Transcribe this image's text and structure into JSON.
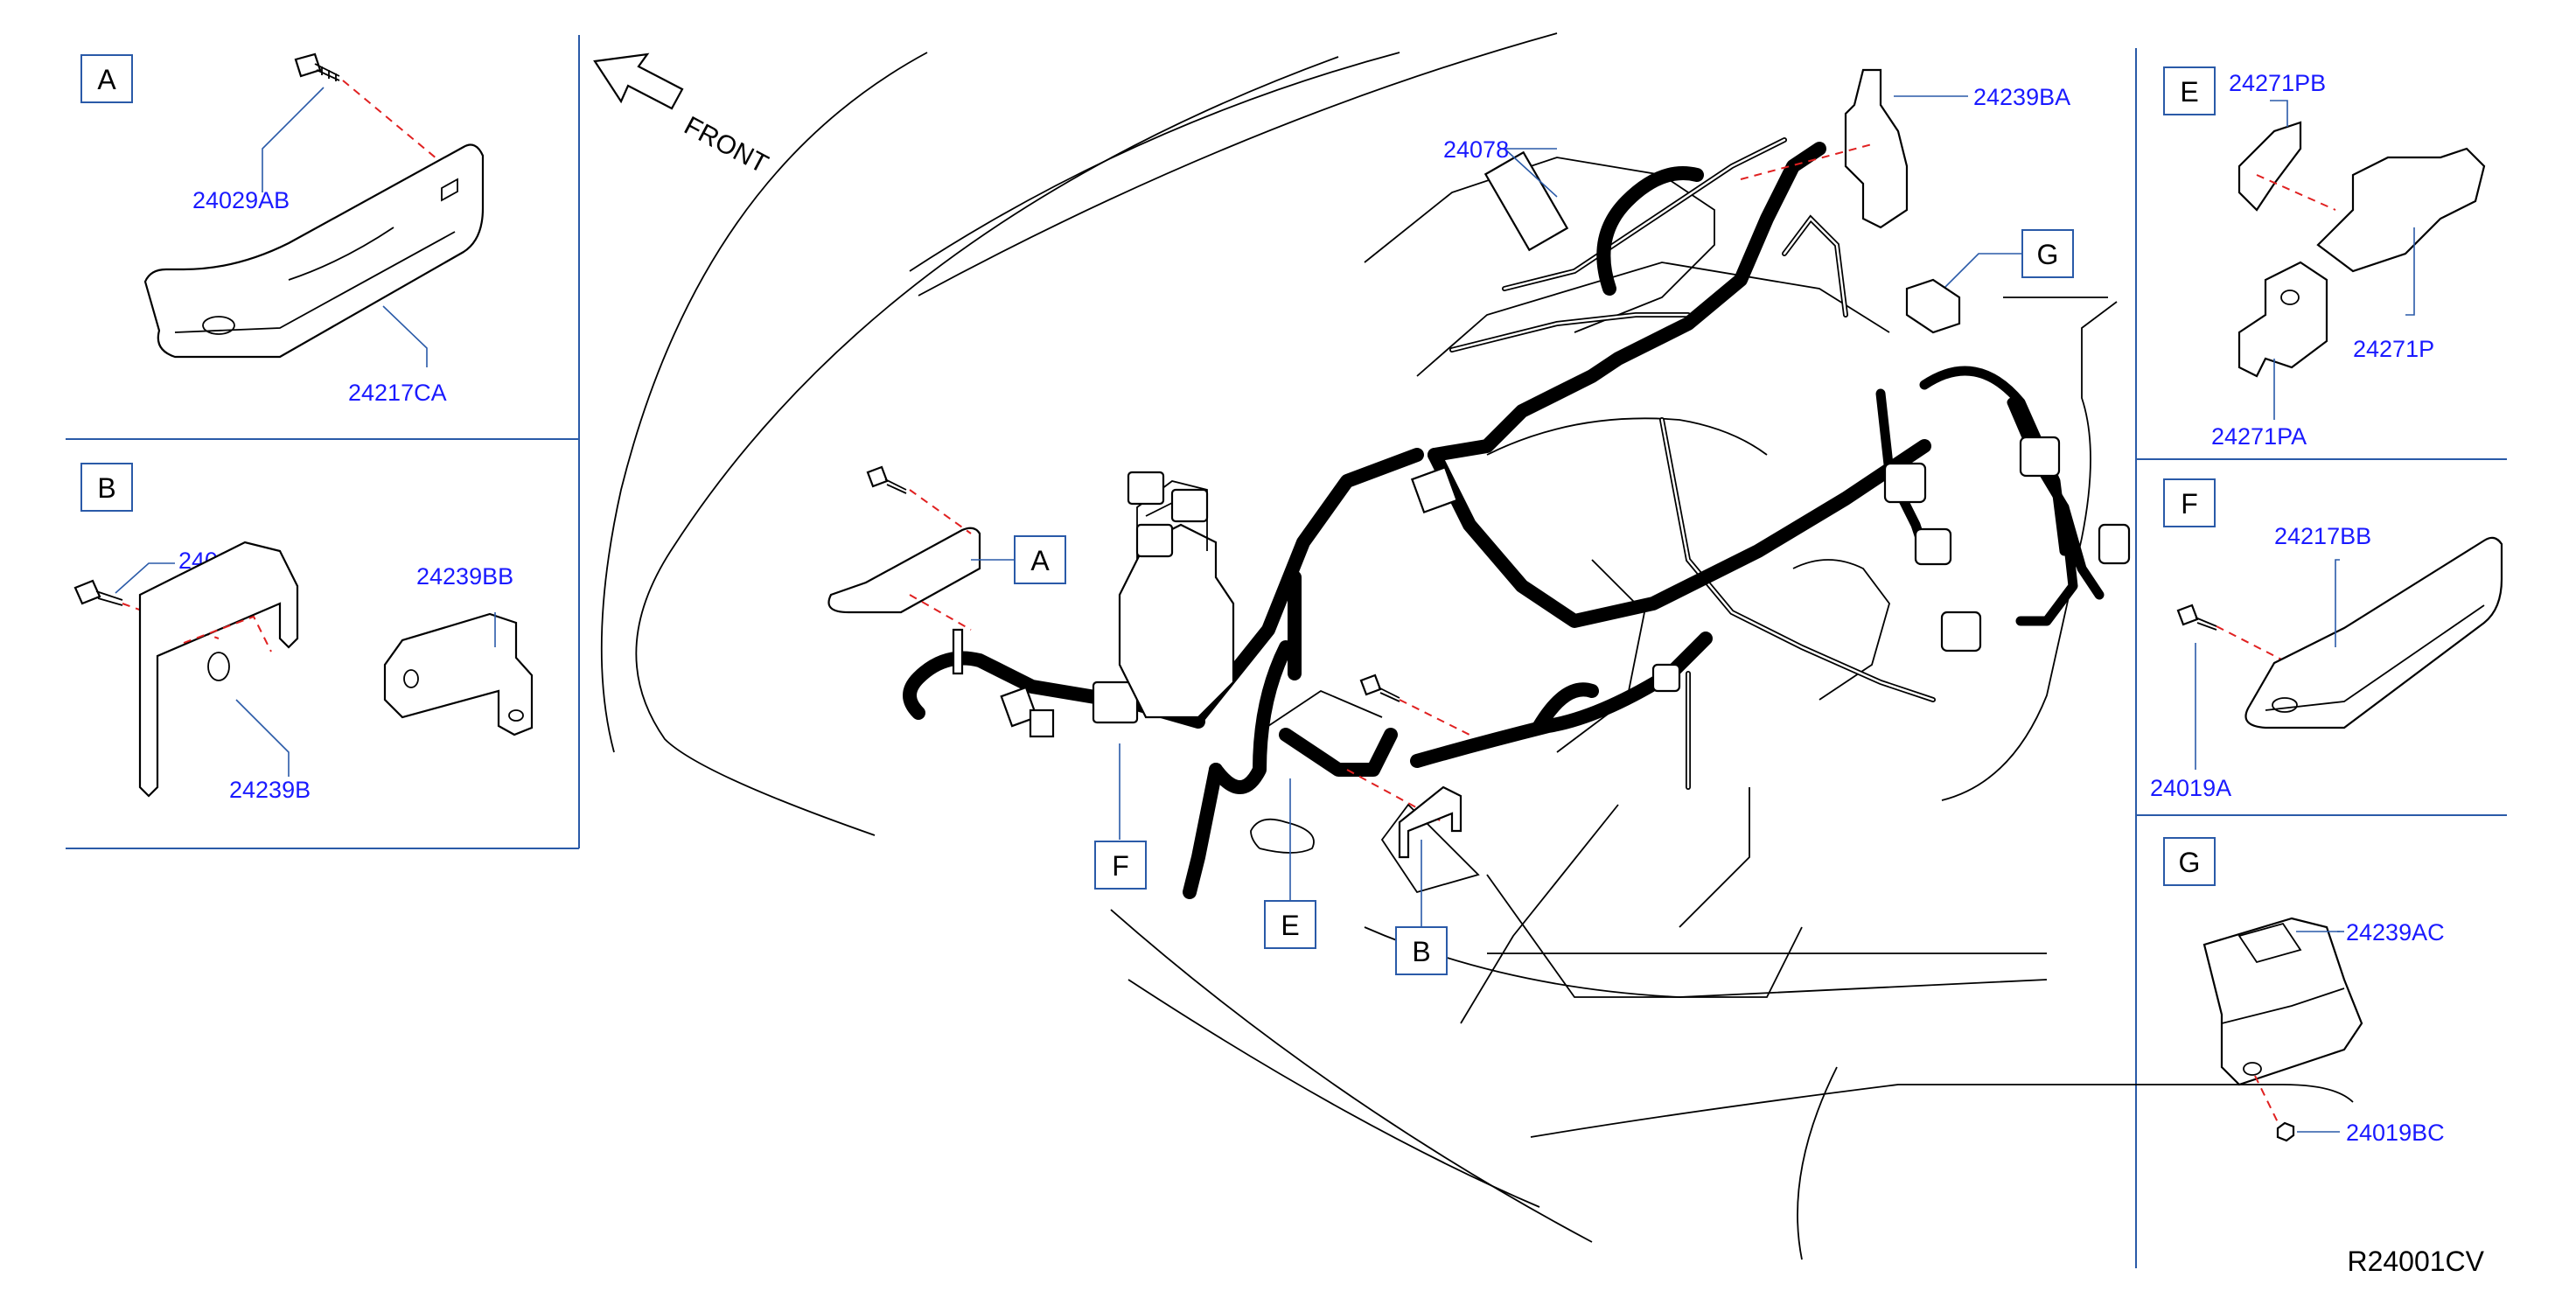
{
  "diagram": {
    "reference_code": "R24001CV",
    "front_label": "FRONT",
    "main_part": "24078",
    "main_callouts": {
      "a": "A",
      "b": "B",
      "e": "E",
      "f": "F",
      "g": "G",
      "bracket_ba": "24239BA"
    },
    "panels": {
      "a": {
        "letter": "A",
        "bolt": "24029AB",
        "bracket": "24217CA"
      },
      "b": {
        "letter": "B",
        "bolt": "24029AA",
        "bracket_bb": "24239BB",
        "bracket_b": "24239B"
      },
      "e": {
        "letter": "E",
        "pb": "24271PB",
        "p": "24271P",
        "pa": "24271PA"
      },
      "f": {
        "letter": "F",
        "bracket": "24217BB",
        "bolt": "24019A"
      },
      "g": {
        "letter": "G",
        "module": "24239AC",
        "nut": "24019BC"
      }
    }
  }
}
